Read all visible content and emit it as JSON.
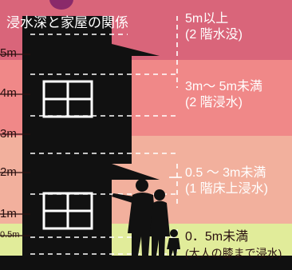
{
  "badge": {
    "text": ""
  },
  "title": "浸水深と家屋の関係",
  "y_labels": [
    "5m",
    "4m",
    "3m",
    "2m",
    "1m",
    "0.5m"
  ],
  "categories": [
    {
      "line1": "5m以上",
      "line2": "(2 階水没)"
    },
    {
      "line1": "3m〜 5m未満",
      "line2": "(2 階浸水)"
    },
    {
      "line1": "0.5 〜 3m未満",
      "line2": "(1 階床上浸水)"
    },
    {
      "line1": "0．5m未満",
      "line2": "(大人の膝まで浸水)"
    }
  ],
  "colors": {
    "band_5m_plus": "#d9657a",
    "band_3_5m": "#f08888",
    "band_05_3m": "#f2b09d",
    "band_under_05m": "#e1ec9a",
    "silhouette": "#111111",
    "window_lines": "#ffffff"
  }
}
